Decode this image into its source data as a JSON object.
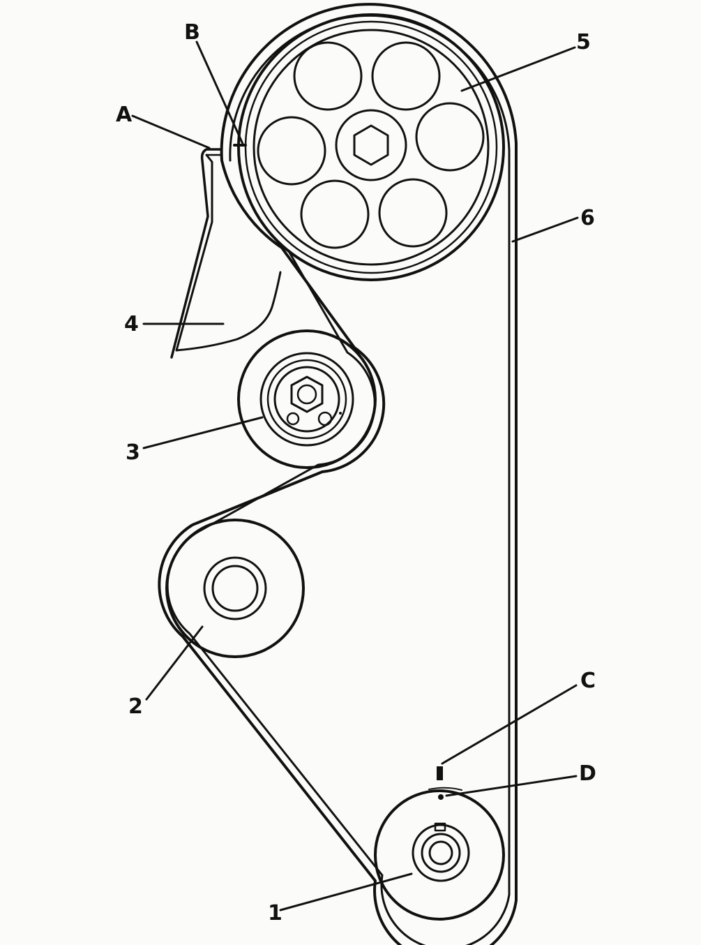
{
  "labels": {
    "A": "A",
    "B": "B",
    "C": "C",
    "D": "D",
    "n1": "1",
    "n2": "2",
    "n3": "3",
    "n4": "4",
    "n5": "5",
    "n6": "6"
  },
  "colors": {
    "ink": "#111111",
    "paper": "#fbfbf9"
  }
}
